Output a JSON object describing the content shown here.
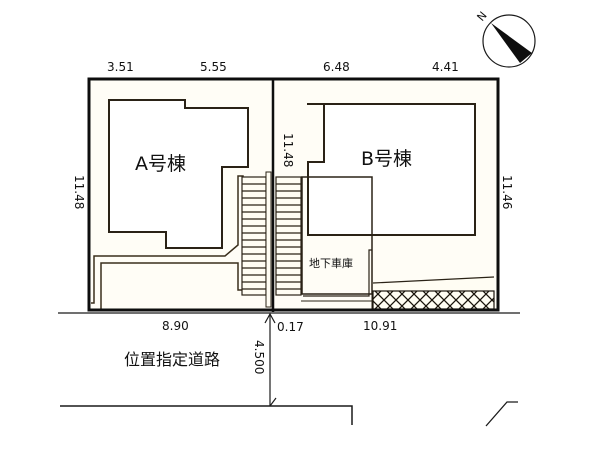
{
  "buildings": {
    "a_label": "A号棟",
    "b_label": "B号棟",
    "garage_label": "地下車庫"
  },
  "dimensions": {
    "top_a_left": "3.51",
    "top_a_right": "5.55",
    "top_b_left": "6.48",
    "top_b_right": "4.41",
    "left_side": "11.48",
    "center_divider": "11.48",
    "right_side": "11.46",
    "bottom_a": "8.90",
    "bottom_gap": "0.17",
    "bottom_b": "10.91",
    "road_width": "4.500"
  },
  "road": {
    "label": "位置指定道路"
  },
  "compass": {
    "north_label": "N"
  },
  "colors": {
    "line": "#111111",
    "fill": "#fffdf6",
    "inner_line": "#3a2e1c"
  }
}
